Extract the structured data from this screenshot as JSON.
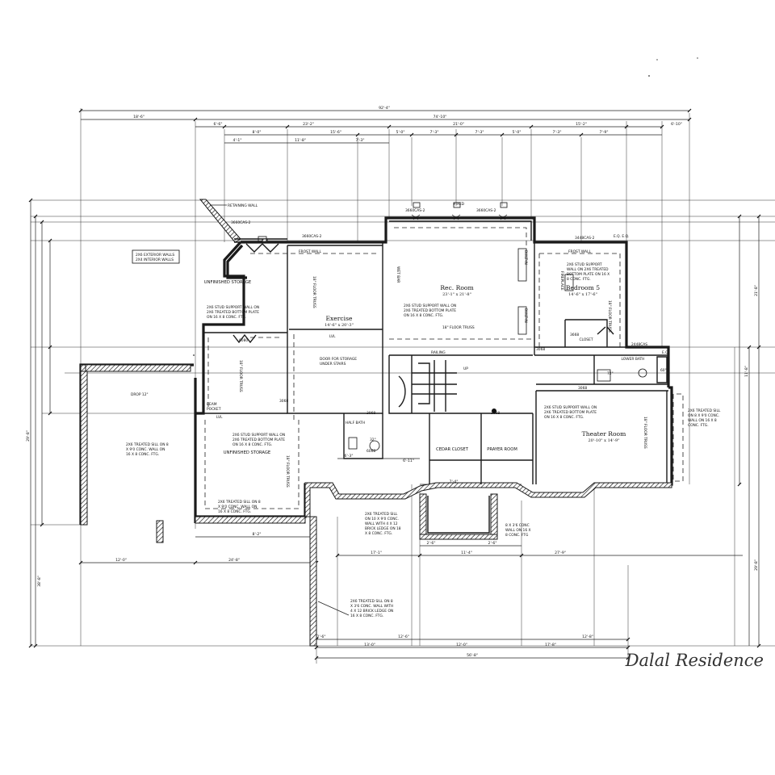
{
  "title": "Dalal Residence",
  "legend": [
    "2X6 EXTERIOR WALLS",
    "2X4 INTERIOR WALLS"
  ],
  "rooms": {
    "rec_room": {
      "name": "Rec. Room",
      "size": "23'-1\" x 21'-8\""
    },
    "exercise": {
      "name": "Exercise",
      "size": "14'-6\" x 20'-3\""
    },
    "bedroom5": {
      "name": "Bedroom 5",
      "size": "14'-6\" x 17'-6\""
    },
    "theater": {
      "name": "Theater Room",
      "size": "20'-10\" x 14'-9\""
    },
    "unfinished_storage_top": "UNFINISHED STORAGE",
    "unfinished_storage_bottom": "UNFINISHED STORAGE",
    "cedar_closet": "CEDAR CLOSET",
    "prayer_room": "PRAYER ROOM",
    "half_bath": "HALF BATH",
    "lower_bath": "LOWER BATH",
    "closet": "CLOSET"
  },
  "notes": {
    "retaining_wall": "RETAINING WALL",
    "frost_wall_left": "FROST WALL",
    "frost_wall_right": "FROST WALL",
    "wet_bar": "WET BAR",
    "fireplace": "FIREPLACE",
    "built_in_top": "BUILT-IN",
    "built_in_bottom": "BUILT-IN",
    "floor_truss_rec": "18\" FLOOR TRUSS",
    "floor_truss_ex": "18\" FLOOR TRUSS",
    "floor_truss_unf": "18\" FLOOR TRUSS",
    "floor_truss_storage": "18\" FLOOR TRUSS",
    "floor_truss_bed": "18\" FLOOR TRUSS",
    "floor_truss_theater": "18\" FLOOR TRUSS",
    "support_wall_unf": [
      "2X6 STUD SUPPORT WALL ON",
      "2X6 TREATED BOTTOM PLATE",
      "ON 16 X 8 CONC. FTG."
    ],
    "support_wall_rec": [
      "2X6 STUD SUPPORT WALL ON",
      "2X6 TREATED BOTTOM PLATE",
      "ON 16 X 8 CONC. FTG."
    ],
    "support_wall_bed": [
      "2X6 STUD SUPPORT",
      "WALL ON 2X6 TREATED",
      "BOTTOM PLATE ON 16 X",
      "8 CONC. FTG."
    ],
    "support_wall_ex": [
      "2X6 STUD SUPPORT WALL ON",
      "2X6 TREATED BOTTOM PLATE",
      "ON 16 X 8 CONC. FTG."
    ],
    "support_wall_theater": [
      "2X6 STUD SUPPORT WALL ON",
      "2X6 TREATED BOTTOM PLATE",
      "ON 16 X 8 CONC. FTG."
    ],
    "sill_left": [
      "2X6 TREATED SILL ON 8",
      "X 9'0 CONC. WALL ON",
      "16 X 8 CONC. FTG."
    ],
    "sill_storage": [
      "2X6 TREATED SILL ON 8",
      "X 9'0 CONC. WALL ON",
      "16 X 8 CONC. FTG."
    ],
    "sill_center": [
      "2X6 TREATED SILL",
      "ON 10 X 9'0 CONC.",
      "WALL WITH 4 X 12",
      "BRICK LEDGE ON 18",
      "X 8 CONC. FTG."
    ],
    "sill_right": [
      "2X6 TREATED SILL",
      "ON 8 X 9'0 CONC.",
      "WALL ON 16 X 8",
      "CONC. FTG."
    ],
    "sill_bottom": [
      "2X6 TREATED SILL ON 8",
      "X 3'6 CONC. WALL WITH",
      "4 X 12 BRICK LEDGE ON",
      "16 X 8 CONC. FTG."
    ],
    "conc_wall": [
      "8 X 3'6 CONC",
      "WALL ON 16 X",
      "8 CONC. FTG"
    ],
    "door_storage": [
      "DOOR FOR STORAGE",
      "UNDER STAIRS"
    ],
    "drop": "DROP 12\"",
    "beam_pocket": [
      "BEAM",
      "POCKET"
    ],
    "railing": "RAILING",
    "lvl_top": "LVL",
    "lvl_left": "LVL",
    "window_top_left": "3660CAS-2",
    "window_top_mid1": "3660CAS-2",
    "window_top_mid2": "3660CAS-2",
    "window_right": "3448CAS-2",
    "window_right2": "2448CAS",
    "window_left": "3660CAS-2",
    "fixed": "FIXED",
    "door_6080": "6080",
    "door_3068a": "3068",
    "door_3068b": "3068",
    "door_3068c": "3068",
    "door_3068d": "3068",
    "door_3068e": "3068",
    "door_3668": "3668",
    "door_6068": "6068",
    "tub": "32\"",
    "tub2": "72\"",
    "fan": "60\"",
    "up": "UP",
    "eq": "E.Q.",
    "eq2": "E.Q. E.Q."
  },
  "dimensions": {
    "overall_top": "92'-4\"",
    "overall_top2": "74'-10\"",
    "d1": "18'-6\"",
    "d2": "6'-6\"",
    "d3": "23'-2\"",
    "d4": "21'-0\"",
    "d5": "15'-2\"",
    "d6": "6'-10\"",
    "d7": "8'-0\"",
    "d8": "15'-6\"",
    "d9": "5'-0\"",
    "d10": "7'-3\"",
    "d11": "7'-3\"",
    "d12": "5'-0\"",
    "d13": "7'-3\"",
    "d14": "7'-9\"",
    "d15": "4'-1\"",
    "d16": "11'-8\"",
    "d17": "7'-3\"",
    "bottom_total": "56'-8\"",
    "b1": "12'-0\"",
    "b2": "24'-8\"",
    "b3": "17'-1\"",
    "b4": "11'-4\"",
    "b5": "27'-9\"",
    "b6": "2'-6\"",
    "b7": "2'-6\"",
    "b8": "8'-2\"",
    "b9": "13'-0\"",
    "b10": "12'-0\"",
    "b11": "17'-8\"",
    "b12": "2'-6\"",
    "b13": "12'-8\"",
    "b14": "12'-6\"",
    "b15": "6'-3\"",
    "b16": "6'-11\"",
    "b17": "7'-4\"",
    "l1": "29'-8\"",
    "l2": "38'-8\"",
    "r1": "21'-8\"",
    "r2": "11'-8\"",
    "r3": "29'-8\""
  }
}
